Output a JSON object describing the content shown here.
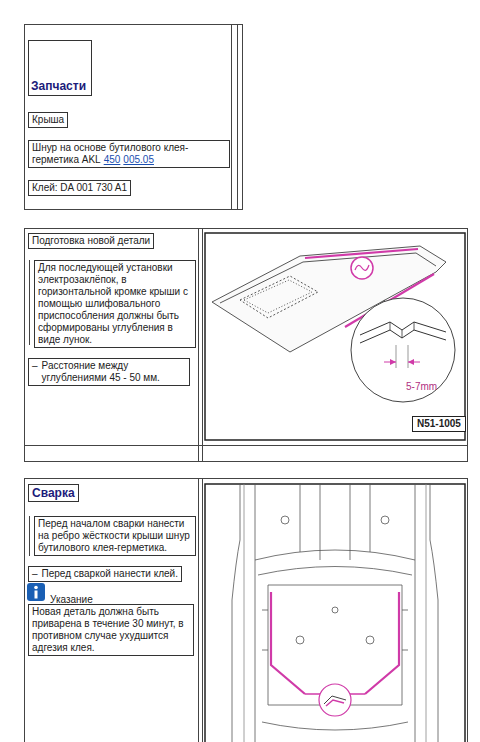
{
  "diagram": {
    "nodes": [
      {
        "text": [
          "Запчасти"
        ]
      },
      {
        "text": [
          "Крыша"
        ]
      },
      {
        "text": [
          "Шнур на основе бутилового клея-герметика AKL",
          "450",
          "005.05"
        ]
      },
      {
        "text": [
          "Клей: DA 001 730 A1"
        ]
      },
      {
        "text": [
          "Подготовка новой детали"
        ]
      },
      {
        "text": [
          "Для последующей установки электрозаклёпок, в горизонтальной кромке крыши с помощью шлифовального приспособления должны быть сформированы углубления в виде лунок."
        ]
      },
      {
        "text": [
          "–",
          "Расстояние между углублениями 45 - 50 мм."
        ]
      },
      {
        "text": [
          "Сварка"
        ]
      },
      {
        "text": [
          "Перед началом сварки нанести на ребро жёсткости крыши шнур бутилового клея-герметика."
        ]
      },
      {
        "text": [
          "–",
          "Перед сваркой нанести клей."
        ]
      },
      {
        "text": [
          "Новая деталь должна быть приварена в течение 30 минут, в противном случае ухудшится адгезия клея."
        ]
      }
    ],
    "labels": [
      "5-7mm",
      "N51-1005",
      "Указание"
    ]
  }
}
